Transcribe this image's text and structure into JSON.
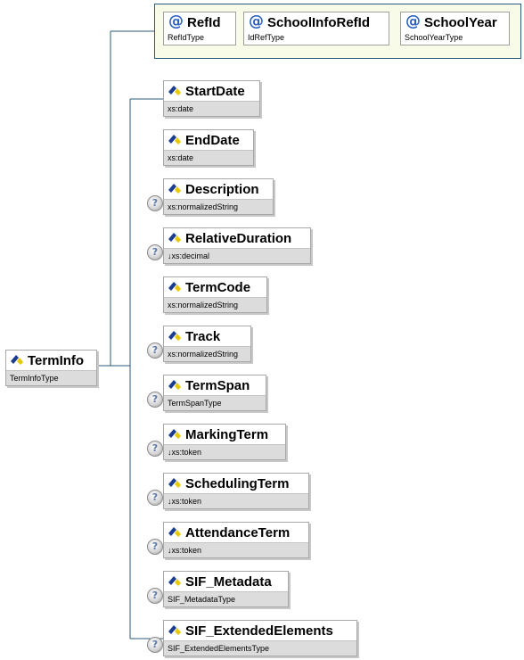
{
  "root": {
    "name": "TermInfo",
    "type": "TermInfoType"
  },
  "attributes": [
    {
      "name": "RefId",
      "type": "RefIdType"
    },
    {
      "name": "SchoolInfoRefId",
      "type": "IdRefType"
    },
    {
      "name": "SchoolYear",
      "type": "SchoolYearType"
    }
  ],
  "elements": [
    {
      "name": "StartDate",
      "type": "xs:date",
      "optional": false
    },
    {
      "name": "EndDate",
      "type": "xs:date",
      "optional": false
    },
    {
      "name": "Description",
      "type": "xs:normalizedString",
      "optional": true
    },
    {
      "name": "RelativeDuration",
      "type": "↓xs:decimal",
      "optional": true
    },
    {
      "name": "TermCode",
      "type": "xs:normalizedString",
      "optional": false
    },
    {
      "name": "Track",
      "type": "xs:normalizedString",
      "optional": true
    },
    {
      "name": "TermSpan",
      "type": "TermSpanType",
      "optional": true
    },
    {
      "name": "MarkingTerm",
      "type": "↓xs:token",
      "optional": true
    },
    {
      "name": "SchedulingTerm",
      "type": "↓xs:token",
      "optional": true
    },
    {
      "name": "AttendanceTerm",
      "type": "↓xs:token",
      "optional": true
    },
    {
      "name": "SIF_Metadata",
      "type": "SIF_MetadataType",
      "optional": true
    },
    {
      "name": "SIF_ExtendedElements",
      "type": "SIF_ExtendedElementsType",
      "optional": true
    }
  ],
  "optional_marker": "?",
  "attribute_marker": "@",
  "colors": {
    "connector": "#2a5a7a",
    "attr_group_bg": "#f9fbe9",
    "type_bg": "#dcdcdc"
  },
  "icons": {
    "element": "element-icon",
    "attribute": "attribute-at-icon",
    "optional": "optional-question-icon"
  }
}
